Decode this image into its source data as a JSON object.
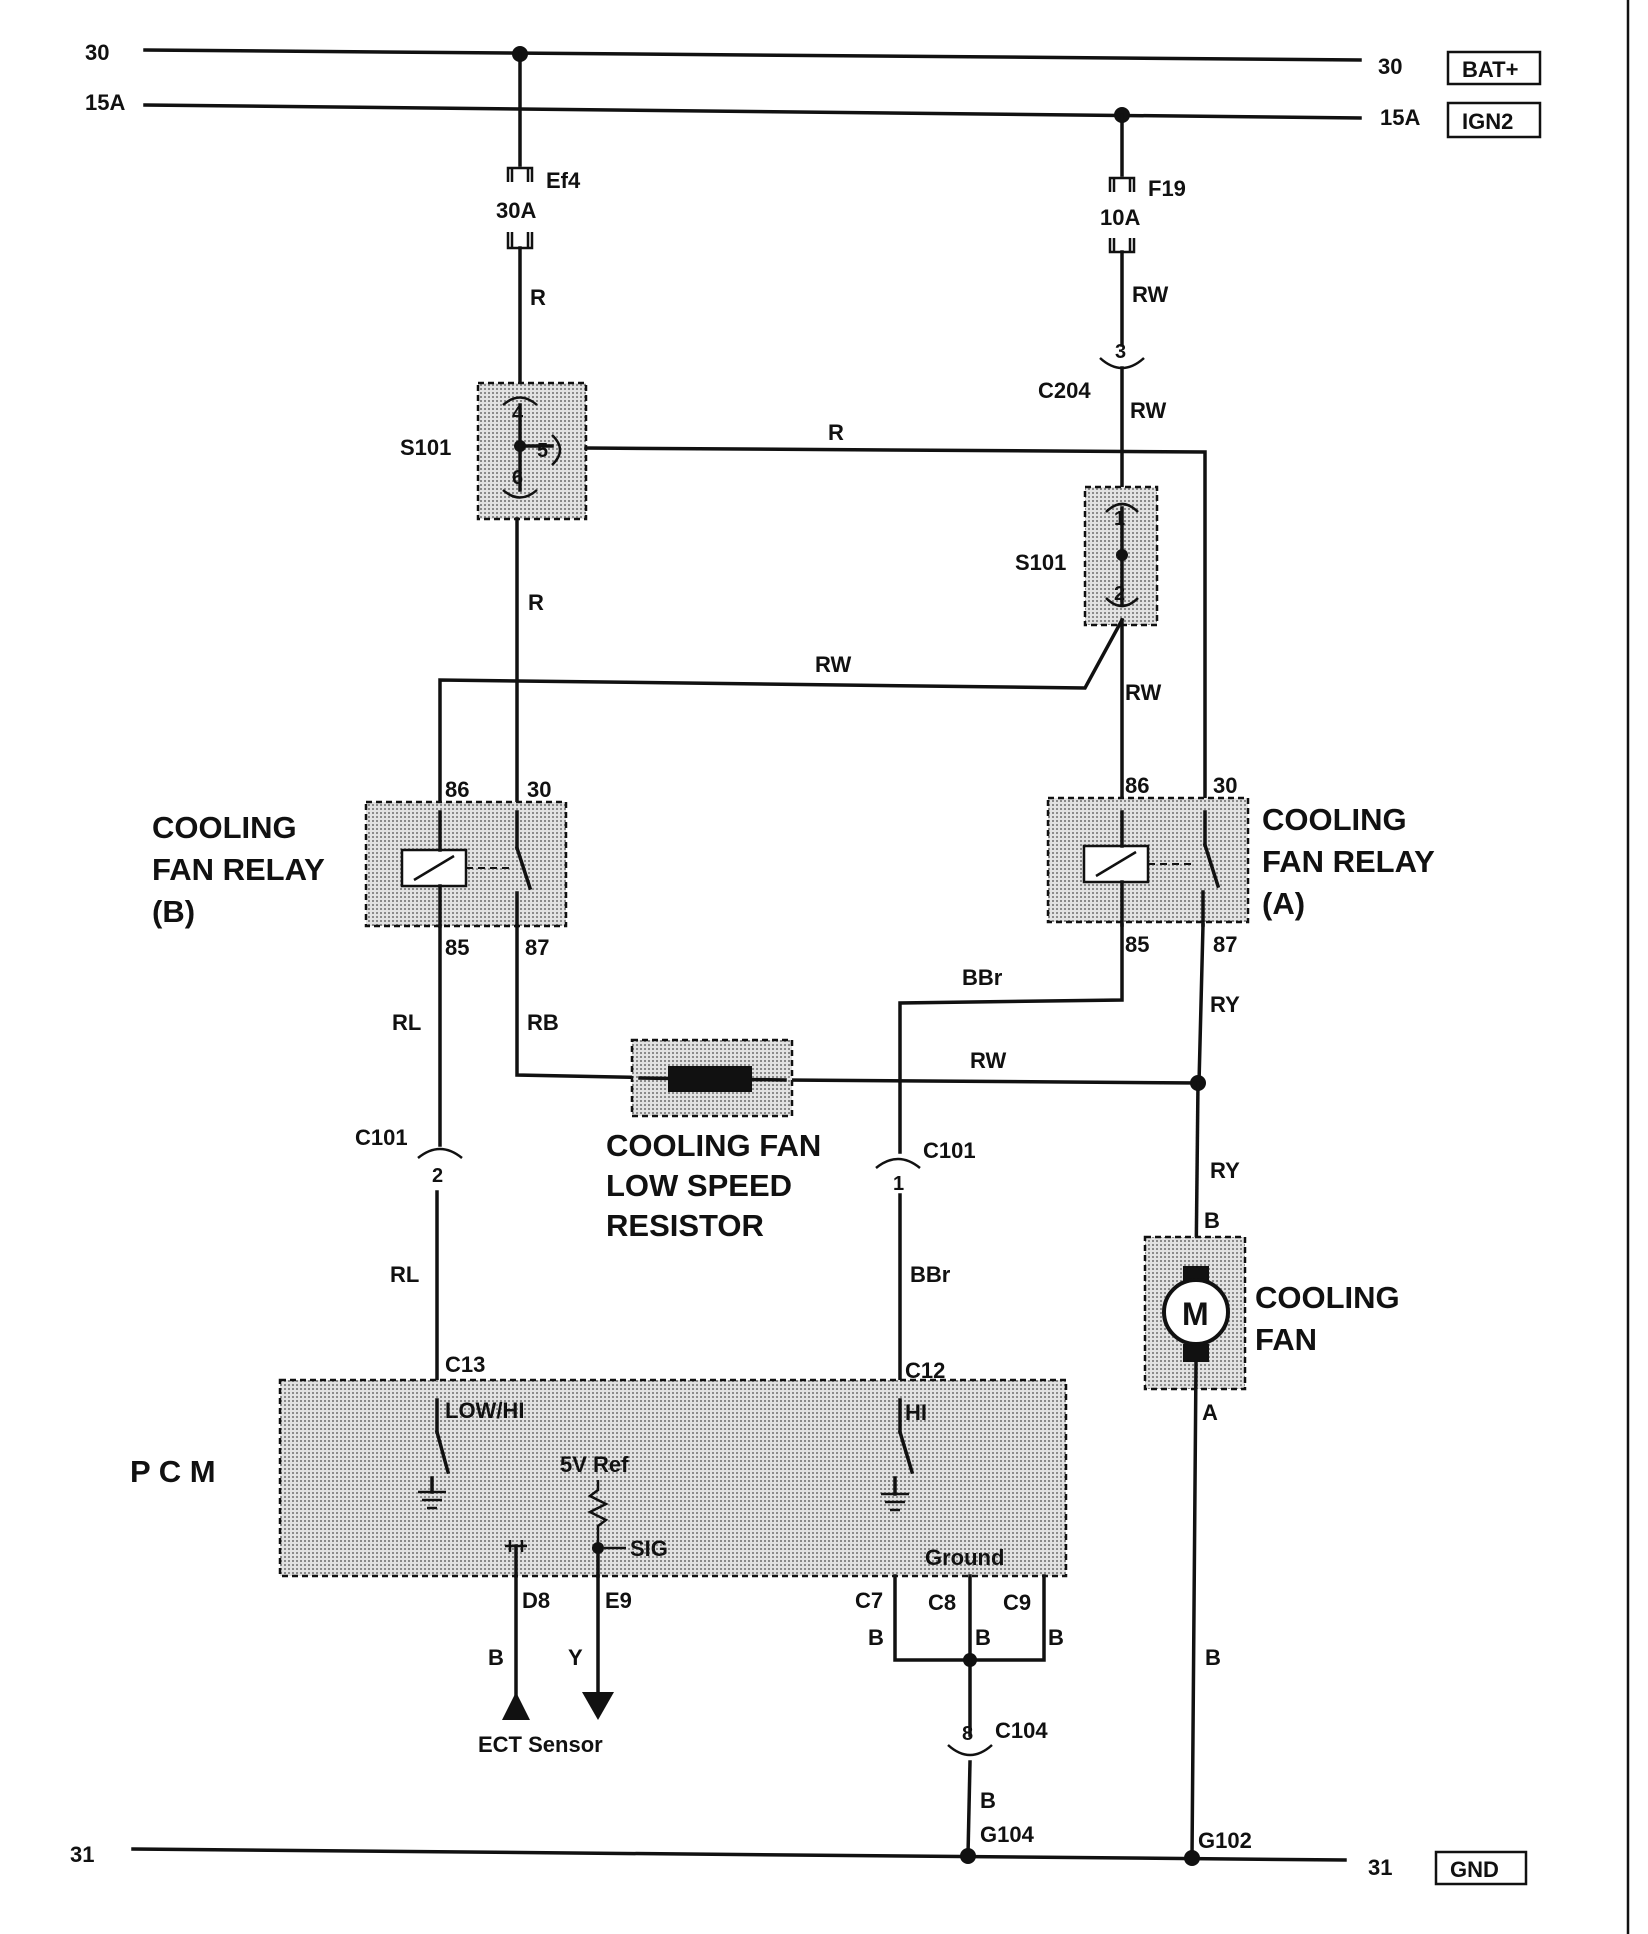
{
  "rails": {
    "bat_left": "30",
    "bat_right": "30",
    "bat_tag": "BAT+",
    "ign_left": "15A",
    "ign_right": "15A",
    "ign_tag": "IGN2",
    "gnd_left": "31",
    "gnd_right": "31",
    "gnd_tag": "GND"
  },
  "fuses": {
    "ef4_name": "Ef4",
    "ef4_rating": "30A",
    "f19_name": "F19",
    "f19_rating": "10A"
  },
  "splices": {
    "s101_left": "S101",
    "s101_right": "S101",
    "pin_4": "4",
    "pin_5": "5",
    "pin_6": "6",
    "pin_1": "1",
    "pin_2": "2"
  },
  "connectors": {
    "c204": "C204",
    "c204_pin": "3",
    "c101_left": "C101",
    "c101_left_pin": "2",
    "c101_right": "C101",
    "c101_right_pin": "1",
    "c104": "C104",
    "c104_pin": "8"
  },
  "wires": {
    "r_top": "R",
    "rw_f19": "RW",
    "rw_c204": "RW",
    "r_s101": "R",
    "r_mid": "R",
    "rw_cross": "RW",
    "rw_s101b": "RW",
    "rl_upper": "RL",
    "rb": "RB",
    "bbr_upper": "BBr",
    "ry_upper": "RY",
    "rw_resistor": "RW",
    "ry_lower": "RY",
    "rl_lower": "RL",
    "bbr_lower": "BBr",
    "b_d8": "B",
    "y_e9": "Y",
    "b_c7": "B",
    "b_c8": "B",
    "b_c9": "B",
    "b_c104": "B",
    "b_fan": "B"
  },
  "relay_b": {
    "title1": "COOLING",
    "title2": "FAN RELAY",
    "title3": "(B)",
    "pin86": "86",
    "pin30": "30",
    "pin85": "85",
    "pin87": "87"
  },
  "relay_a": {
    "title1": "COOLING",
    "title2": "FAN RELAY",
    "title3": "(A)",
    "pin86": "86",
    "pin30": "30",
    "pin85": "85",
    "pin87": "87"
  },
  "resistor": {
    "label1": "COOLING FAN",
    "label2": "LOW SPEED",
    "label3": "RESISTOR"
  },
  "fan": {
    "symbol": "M",
    "label1": "COOLING",
    "label2": "FAN",
    "pin_b": "B",
    "pin_a": "A"
  },
  "pcm": {
    "label": "P  C  M",
    "c13": "C13",
    "low_hi": "LOW/HI",
    "c12": "C12",
    "hi": "HI",
    "ref": "5V Ref",
    "sig": "SIG",
    "ground": "Ground",
    "d8": "D8",
    "e9": "E9",
    "c7": "C7",
    "c8": "C8",
    "c9": "C9"
  },
  "sensor": {
    "ect": "ECT Sensor"
  },
  "grounds": {
    "g104": "G104",
    "g102": "G102"
  }
}
